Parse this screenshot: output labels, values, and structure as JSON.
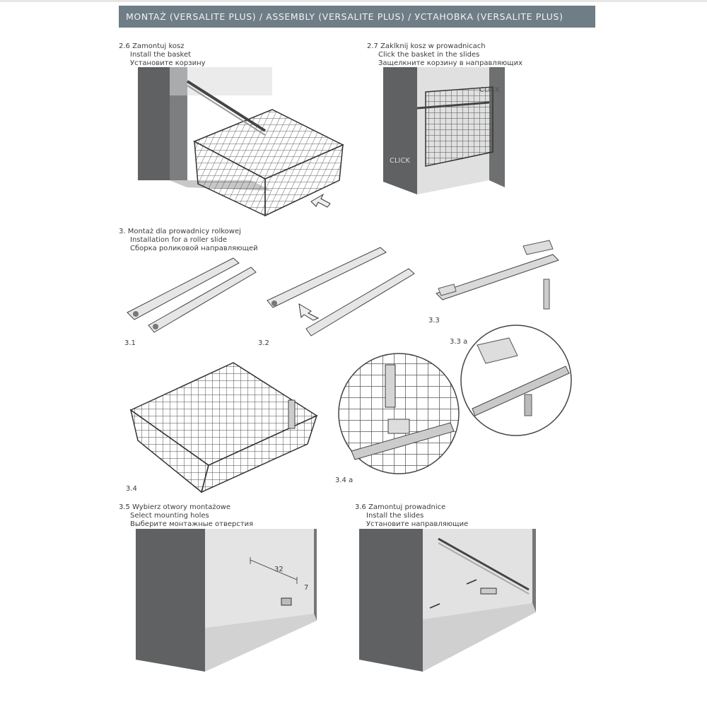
{
  "header": {
    "title": "MONTAŻ (VERSALITE PLUS) / ASSEMBLY (VERSALITE PLUS) / УСТАНОВКА (VERSALITE PLUS)"
  },
  "steps": {
    "s26": {
      "pl": "2.6 Zamontuj kosz",
      "en": "Install the basket",
      "ru": "Установите корзину"
    },
    "s27": {
      "pl": "2.7 Zaklknij kosz w prowadnicach",
      "en": "Click the basket in the slides",
      "ru": "Защелкните корзину в направляющих"
    },
    "s3": {
      "pl": "3. Montaż dla prowadnicy rolkowej",
      "en": "Installation for a roller slide",
      "ru": "Сборка роликовой направляющей"
    },
    "s35": {
      "pl": "3.5 Wybierz otwory montażowe",
      "en": "Select mounting holes",
      "ru": "Выберите монтажные отверстия"
    },
    "s36": {
      "pl": "3.6 Zamontuj prowadnice",
      "en": "Install the slides",
      "ru": "Установите направляющие"
    }
  },
  "figure_labels": {
    "f31": "3.1",
    "f32": "3.2",
    "f33": "3.3",
    "f33a": "3.3 a",
    "f34": "3.4",
    "f34a": "3.4 a",
    "click_top": "CLICK",
    "click_left": "CLICK",
    "dim_main": "32",
    "dim_small": "7"
  }
}
